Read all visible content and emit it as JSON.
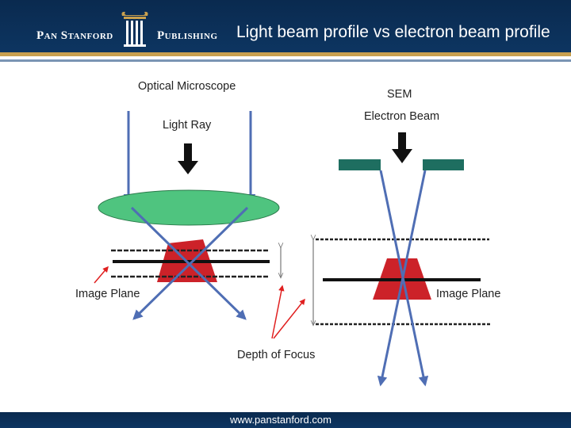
{
  "header": {
    "brand_left": "Pan Stanford",
    "brand_right": "Publishing",
    "title": "Light beam profile vs electron beam profile"
  },
  "diagram": {
    "left": {
      "title": "Optical Microscope",
      "source_label": "Light Ray",
      "plane_label": "Image Plane"
    },
    "right": {
      "title": "SEM",
      "source_label": "Electron Beam",
      "plane_label": "Image Plane"
    },
    "shared_label": "Depth of Focus"
  },
  "footer": {
    "url": "www.panstanford.com"
  },
  "colors": {
    "header_bg": "#0d3561",
    "accent_gold": "#c9a04e",
    "beam": "#4f6eb4",
    "lens": "#4fc47f",
    "specimen": "#cc2229",
    "aperture": "#1e6e60",
    "pointer": "#e02020"
  }
}
